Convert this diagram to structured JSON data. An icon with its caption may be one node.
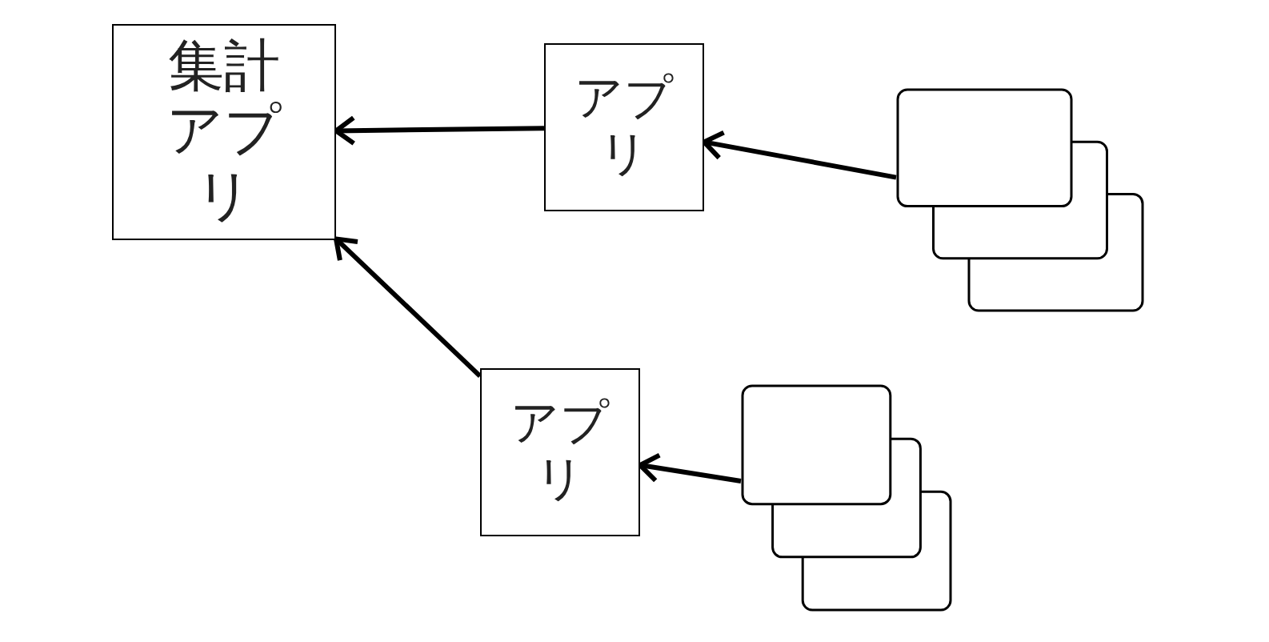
{
  "diagram": {
    "nodes": [
      {
        "text": [
          "集計アプリ"
        ]
      },
      {
        "text": [
          "アプリ"
        ]
      },
      {
        "text": [],
        "shape": "box"
      },
      {
        "text": [
          "アプリ"
        ]
      },
      {
        "text": [],
        "shape": "box"
      }
    ],
    "edges": [
      {
        "from": 2,
        "to": 1,
        "arrow": "to"
      },
      {
        "from": 1,
        "to": 0,
        "arrow": "to"
      },
      {
        "from": 4,
        "to": 3,
        "arrow": "to"
      },
      {
        "from": 3,
        "to": 0,
        "arrow": "to"
      }
    ]
  }
}
